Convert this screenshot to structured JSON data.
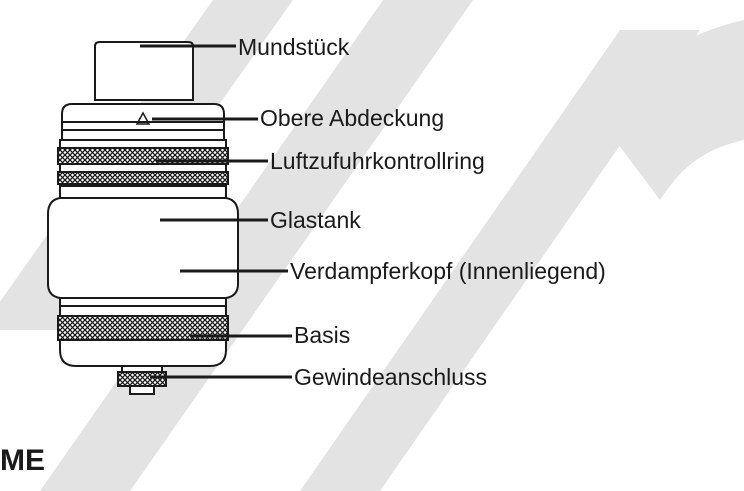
{
  "labels": {
    "mouthpiece": "Mundstück",
    "top_cap": "Obere Abdeckung",
    "airflow_ring": "Luftzufuhrkontrollring",
    "glass_tank": "Glastank",
    "coil": "Verdampferkopf (Innenliegend)",
    "base": "Basis",
    "thread": "Gewindeanschluss"
  },
  "section_heading": "ME",
  "watermark_text": "MBC",
  "colors": {
    "ink": "#1a1a1a",
    "watermark": "#e3e3e3",
    "background": "#ffffff"
  }
}
